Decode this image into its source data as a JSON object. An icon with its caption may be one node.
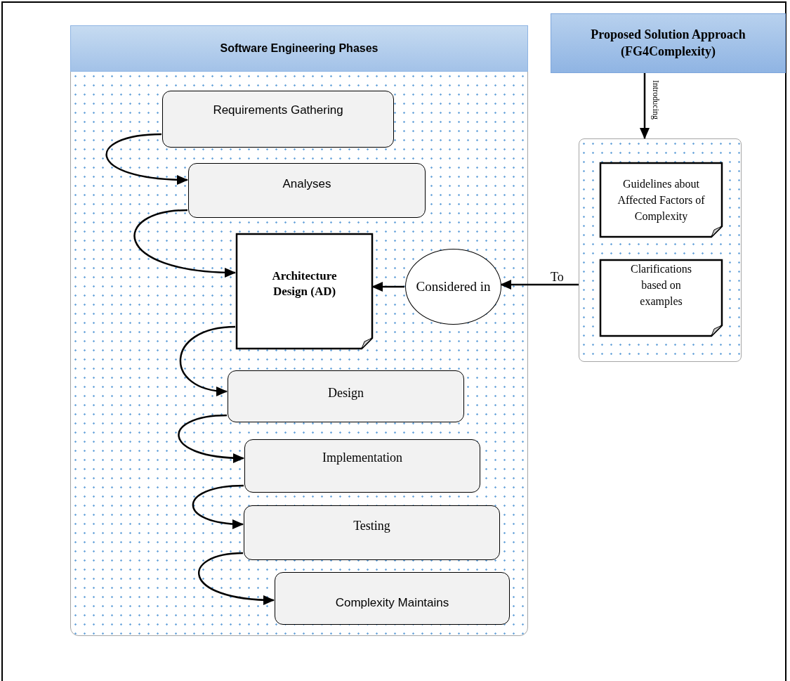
{
  "diagram": {
    "nodes": [
      {
        "text": [
          "Software Engineering Phases"
        ]
      },
      {
        "text": [
          "Requirements Gathering"
        ],
        "in": 0
      },
      {
        "text": [
          "Analyses"
        ],
        "in": 0
      },
      {
        "text": [
          "Architecture Design (AD)"
        ],
        "in": 0
      },
      {
        "text": [
          "Considered in"
        ],
        "in": 0
      },
      {
        "text": [
          "Design"
        ],
        "in": 0
      },
      {
        "text": [
          "Implementation"
        ],
        "in": 0
      },
      {
        "text": [
          "Testing"
        ],
        "in": 0
      },
      {
        "text": [
          "Complexity Maintains"
        ],
        "in": 0
      },
      {
        "text": [
          "Proposed Solution Approach (FG4Complexity)"
        ]
      },
      {
        "text": [],
        "shape": "box"
      },
      {
        "text": [
          "Guidelines about Affected Factors of Complexity"
        ],
        "in": 10
      },
      {
        "text": [
          "Clarifications based on examples"
        ],
        "in": 10
      }
    ],
    "edges": [
      {
        "from": 1,
        "to": 2,
        "arrow": "to"
      },
      {
        "from": 2,
        "to": 3,
        "arrow": "to"
      },
      {
        "from": 3,
        "to": 5,
        "arrow": "to"
      },
      {
        "from": 5,
        "to": 6,
        "arrow": "to"
      },
      {
        "from": 6,
        "to": 7,
        "arrow": "to"
      },
      {
        "from": 7,
        "to": 8,
        "arrow": "to"
      },
      {
        "from": 9,
        "to": 10,
        "arrow": "to",
        "label": "Introducing"
      },
      {
        "from": 10,
        "to": 4,
        "arrow": "to",
        "label": "To"
      },
      {
        "from": 4,
        "to": 3,
        "arrow": "to"
      }
    ]
  }
}
